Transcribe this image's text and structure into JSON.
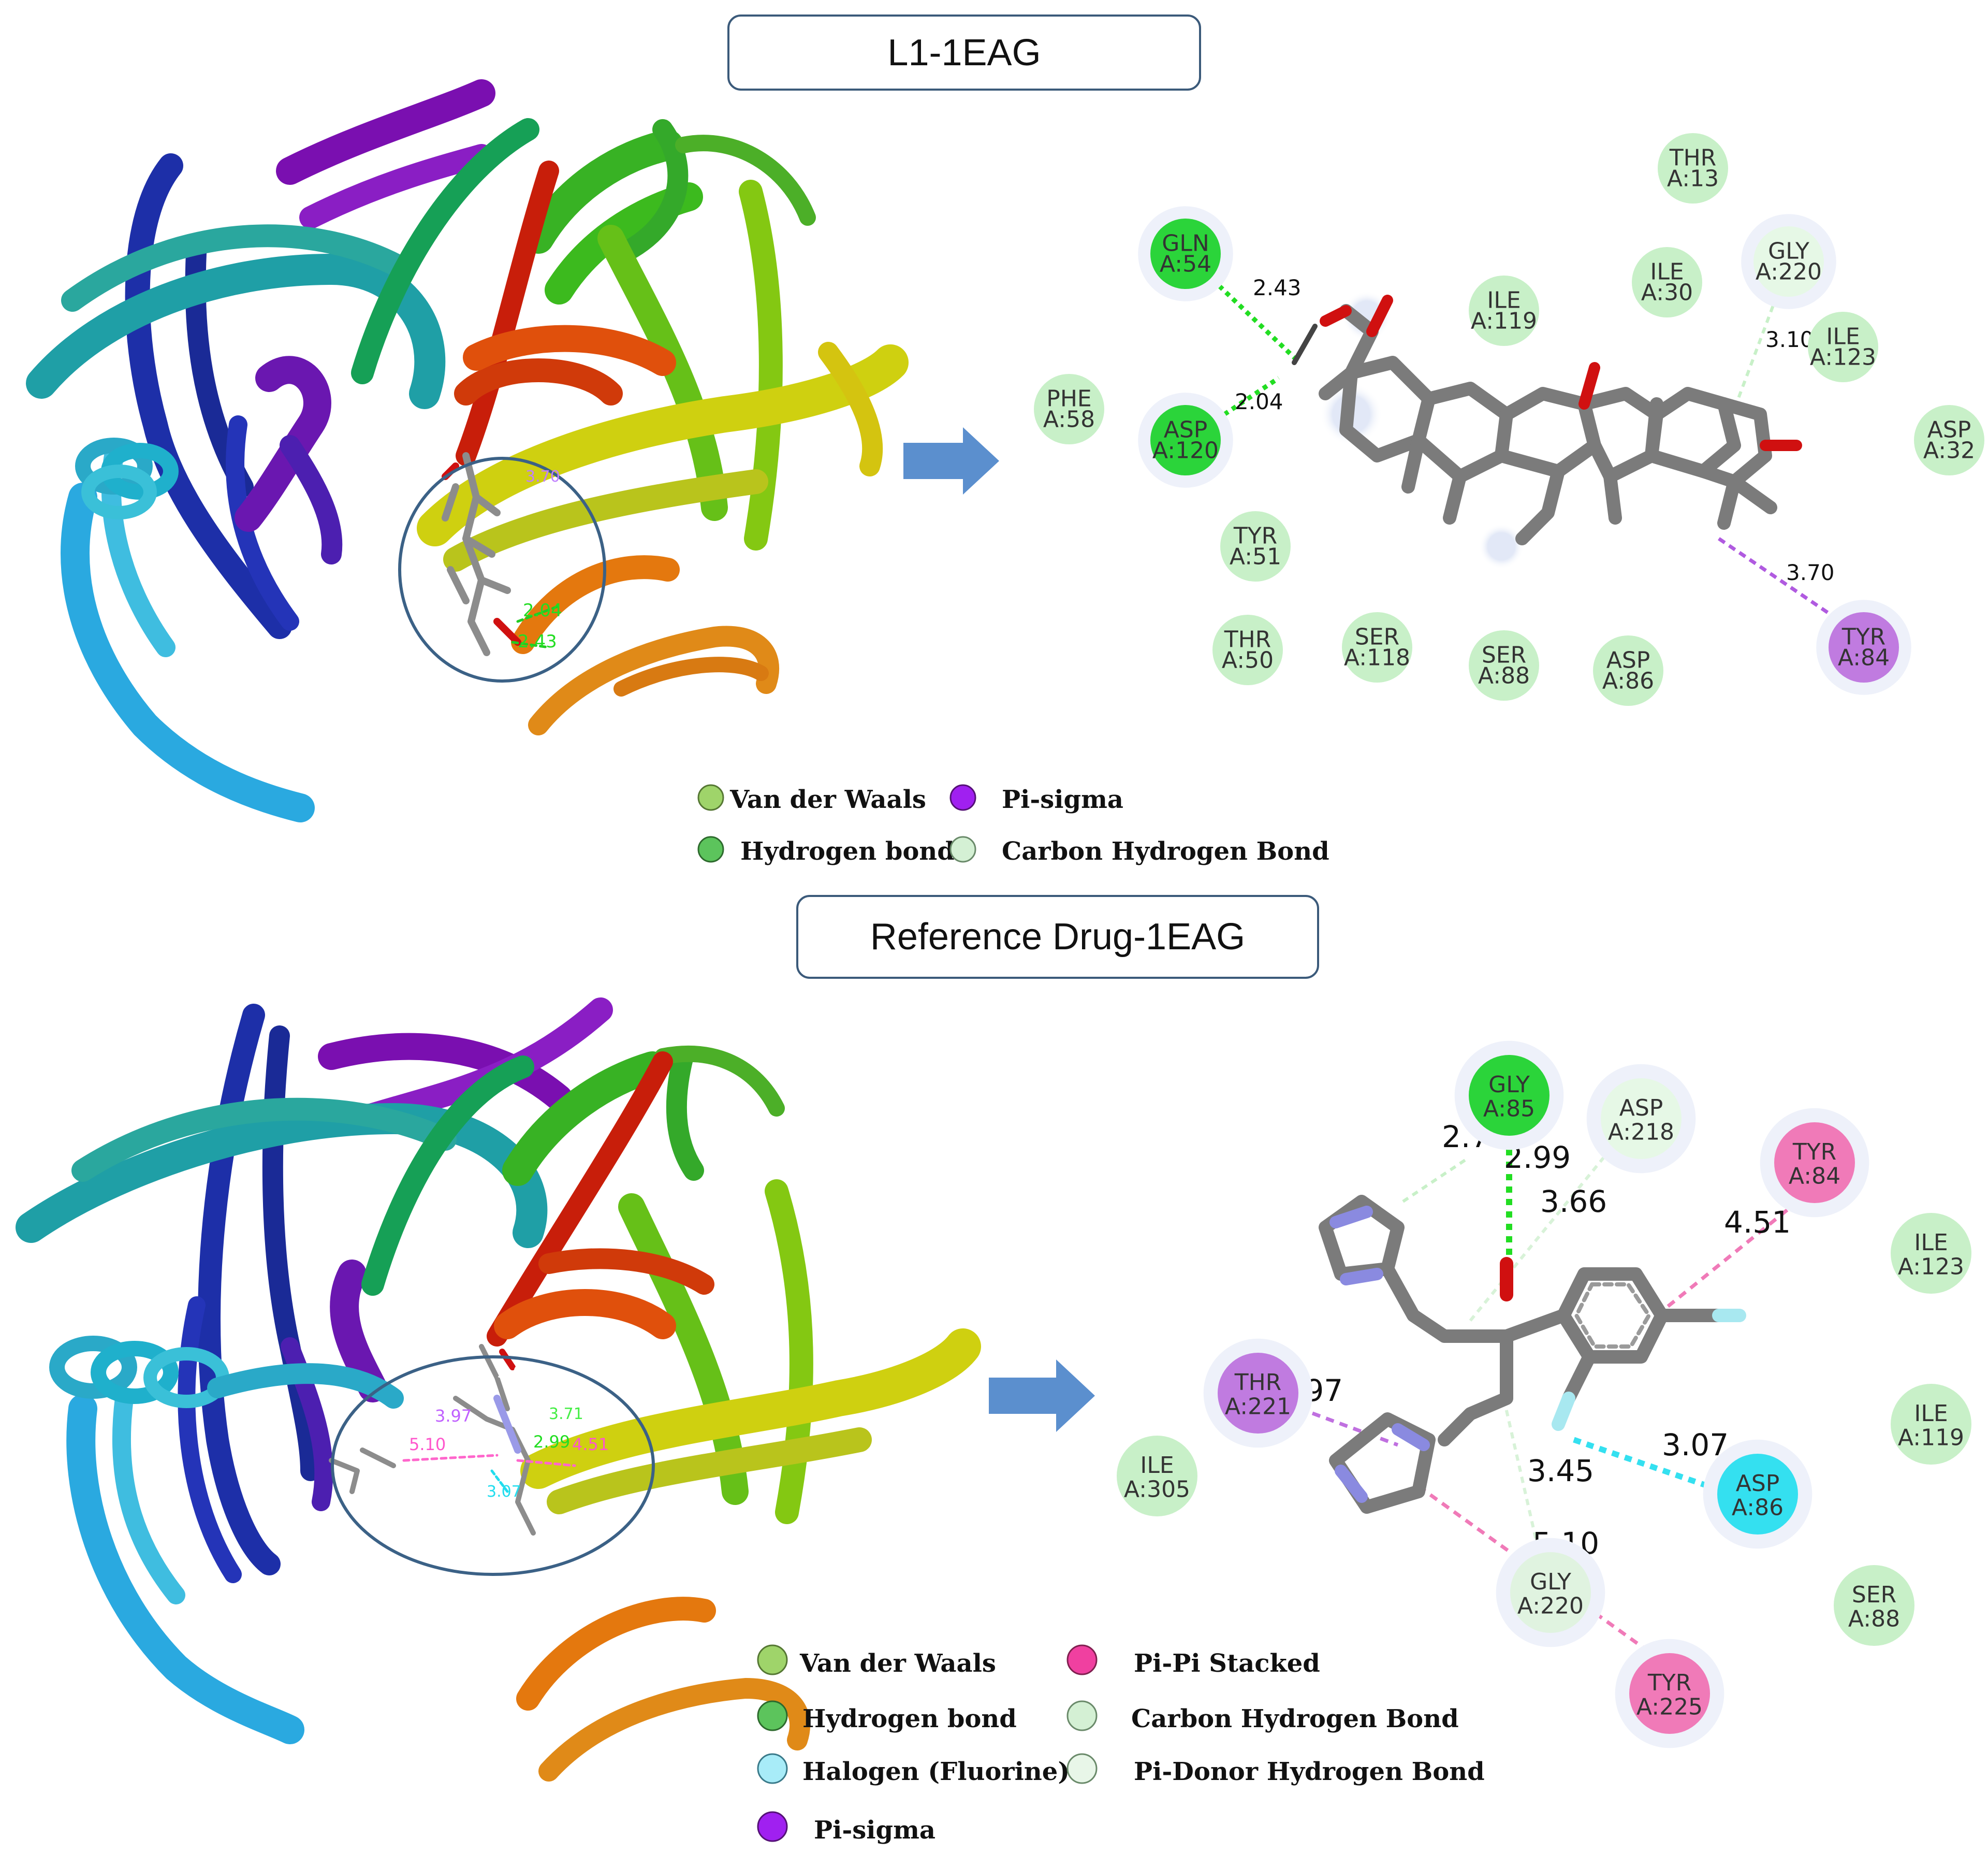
{
  "panel1": {
    "title": "L1-1EAG",
    "residues": [
      {
        "id": "gln54",
        "l1": "GLN",
        "l2": "A:54",
        "type": "hbond"
      },
      {
        "id": "asp120",
        "l1": "ASP",
        "l2": "A:120",
        "type": "hbond"
      },
      {
        "id": "phe58",
        "l1": "PHE",
        "l2": "A:58",
        "type": "vdw"
      },
      {
        "id": "tyr51",
        "l1": "TYR",
        "l2": "A:51",
        "type": "vdw"
      },
      {
        "id": "thr50",
        "l1": "THR",
        "l2": "A:50",
        "type": "vdw"
      },
      {
        "id": "ser118",
        "l1": "SER",
        "l2": "A:118",
        "type": "vdw"
      },
      {
        "id": "ser88",
        "l1": "SER",
        "l2": "A:88",
        "type": "vdw"
      },
      {
        "id": "asp86",
        "l1": "ASP",
        "l2": "A:86",
        "type": "vdw"
      },
      {
        "id": "ile119",
        "l1": "ILE",
        "l2": "A:119",
        "type": "vdw"
      },
      {
        "id": "thr13",
        "l1": "THR",
        "l2": "A:13",
        "type": "vdw"
      },
      {
        "id": "ile30",
        "l1": "ILE",
        "l2": "A:30",
        "type": "vdw"
      },
      {
        "id": "gly220",
        "l1": "GLY",
        "l2": "A:220",
        "type": "ch"
      },
      {
        "id": "ile123",
        "l1": "ILE",
        "l2": "A:123",
        "type": "vdw"
      },
      {
        "id": "asp32",
        "l1": "ASP",
        "l2": "A:32",
        "type": "vdw"
      },
      {
        "id": "tyr84",
        "l1": "TYR",
        "l2": "A:84",
        "type": "pisigma"
      }
    ],
    "distances": {
      "d1": "2.43",
      "d2": "2.04",
      "d3": "3.10",
      "d4": "3.70"
    },
    "cartoon_labels": {
      "c1": "2.04",
      "c2": "2.43",
      "c3": "3.70"
    },
    "legend": {
      "vdw": "Van der Waals",
      "pisigma": "Pi-sigma",
      "hbond": "Hydrogen bond",
      "ch": "Carbon Hydrogen Bond"
    }
  },
  "panel2": {
    "title": "Reference Drug-1EAG",
    "residues": [
      {
        "id": "gly85",
        "l1": "GLY",
        "l2": "A:85",
        "type": "hbond"
      },
      {
        "id": "asp218",
        "l1": "ASP",
        "l2": "A:218",
        "type": "ch"
      },
      {
        "id": "tyr84",
        "l1": "TYR",
        "l2": "A:84",
        "type": "pipi"
      },
      {
        "id": "ile123",
        "l1": "ILE",
        "l2": "A:123",
        "type": "vdw"
      },
      {
        "id": "thr221",
        "l1": "THR",
        "l2": "A:221",
        "type": "pisigma"
      },
      {
        "id": "ile119",
        "l1": "ILE",
        "l2": "A:119",
        "type": "vdw"
      },
      {
        "id": "ile305",
        "l1": "ILE",
        "l2": "A:305",
        "type": "vdw"
      },
      {
        "id": "asp86",
        "l1": "ASP",
        "l2": "A:86",
        "type": "halogen"
      },
      {
        "id": "gly220",
        "l1": "GLY",
        "l2": "A:220",
        "type": "pidonor"
      },
      {
        "id": "ser88",
        "l1": "SER",
        "l2": "A:88",
        "type": "vdw"
      },
      {
        "id": "tyr225",
        "l1": "TYR",
        "l2": "A:225",
        "type": "pipi"
      }
    ],
    "distances": {
      "d271": "2.71",
      "d299": "2.99",
      "d366": "3.66",
      "d451": "4.51",
      "d397": "3.97",
      "d307": "3.07",
      "d345": "3.45",
      "d510": "5.10"
    },
    "cartoon_labels": {
      "c1": "3.66",
      "c2": "3.97",
      "c3": "5.10",
      "c4": "3.71",
      "c5": "2.99",
      "c6": "4.51",
      "c7": "3.07"
    },
    "legend": {
      "vdw": "Van der Waals",
      "pipi": "Pi-Pi Stacked",
      "hbond": "Hydrogen bond",
      "ch": "Carbon Hydrogen Bond",
      "halogen": "Halogen (Fluorine)",
      "pidonor": "Pi-Donor Hydrogen Bond",
      "pisigma": "Pi-sigma"
    }
  },
  "colors": {
    "vdw": "#c8f0c8",
    "vdw_legend": "#9fd46a",
    "hbond": "#2bd43a",
    "hbond_legend": "#5cc45c",
    "ch": "#e6f8e6",
    "pisigma": "#c07be0",
    "pisigma_legend": "#a020f0",
    "pipi": "#f07ab8",
    "halogen": "#34e0f0",
    "pidonor": "#e0f3e0",
    "arrow": "#5b8fce"
  }
}
